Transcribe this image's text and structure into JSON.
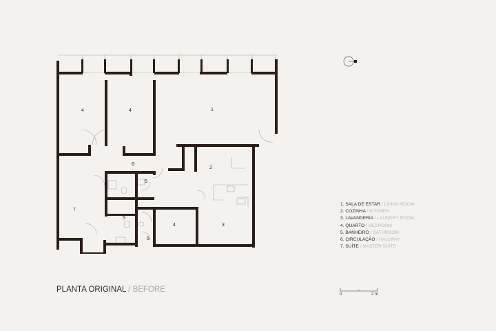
{
  "rooms": {
    "r1": "1",
    "r2": "2",
    "r3": "3",
    "r4a": "4",
    "r4b": "4",
    "r4c": "4",
    "r5a": "5",
    "r5b": "5",
    "r5c": "5",
    "r6": "6",
    "r7": "7"
  },
  "legend": [
    {
      "pt": "1. SALA DE ESTAR",
      "en": "LIVING ROOM"
    },
    {
      "pt": "2. COZINHA",
      "en": "KITCHEN"
    },
    {
      "pt": "3. LAVANDERIA",
      "en": "LAUNDRY ROOM"
    },
    {
      "pt": "4. QUARTO",
      "en": "BEDROOM"
    },
    {
      "pt": "5. BANHEIRO",
      "en": "BATHROOM"
    },
    {
      "pt": "6. CIRCULAÇÃO",
      "en": "HALLWAY"
    },
    {
      "pt": "7. SUÍTE",
      "en": "MASTER SUITE"
    }
  ],
  "title": {
    "main": "PLANTA ORIGINAL",
    "separator": " / ",
    "sub": "BEFORE"
  },
  "scale": {
    "start": "0",
    "end": "2 m"
  },
  "colors": {
    "background": "#f3f2ee",
    "wall": "#2b1d19",
    "thin": "#9a9a9a",
    "muted": "#b8b8b8"
  }
}
